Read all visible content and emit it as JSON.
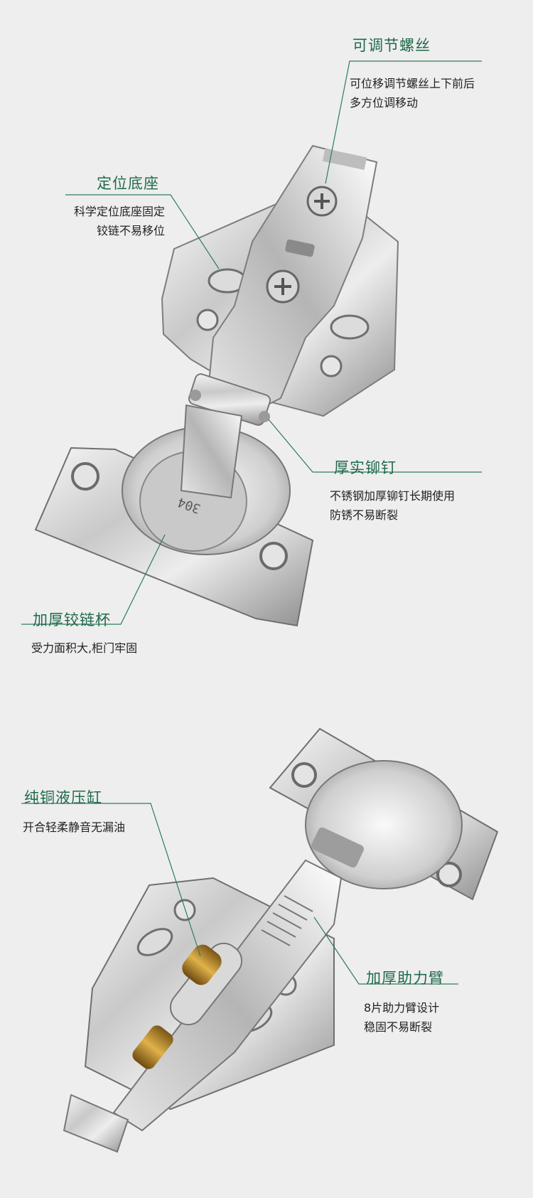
{
  "features": [
    {
      "id": "adjust-screw",
      "title": "可调节螺丝",
      "lines": [
        "可位移调节螺丝上下前后",
        "多方位调移动"
      ]
    },
    {
      "id": "base",
      "title": "定位底座",
      "lines": [
        "科学定位底座固定",
        "铰链不易移位"
      ]
    },
    {
      "id": "rivet",
      "title": "厚实铆钉",
      "lines": [
        "不锈钢加厚铆钉长期使用",
        "防锈不易断裂"
      ]
    },
    {
      "id": "cup",
      "title": "加厚铰链杯",
      "lines": [
        "受力面积大,柜门牢固"
      ]
    },
    {
      "id": "cylinder",
      "title": "纯铜液压缸",
      "lines": [
        "开合轻柔静音无漏油"
      ]
    },
    {
      "id": "arm",
      "title": "加厚助力臂",
      "lines": [
        "8片助力臂设计",
        "稳固不易断裂"
      ]
    }
  ],
  "product_marking": "304",
  "colors": {
    "accent": "#1f6a4a",
    "background": "#eeeeee"
  }
}
